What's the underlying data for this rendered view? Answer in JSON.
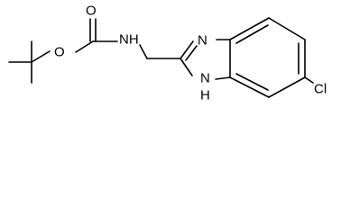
{
  "molecule": {
    "atoms": {
      "carbonyl_oxygen": "O",
      "ester_oxygen": "O",
      "amine": "NH",
      "ring_nitrogen": "N",
      "ring_nh_h": "H",
      "ring_nh_n": "N",
      "chlorine": "Cl"
    }
  },
  "colors": {
    "bond": "#000000",
    "label": "#000000",
    "background": "#ffffff"
  }
}
